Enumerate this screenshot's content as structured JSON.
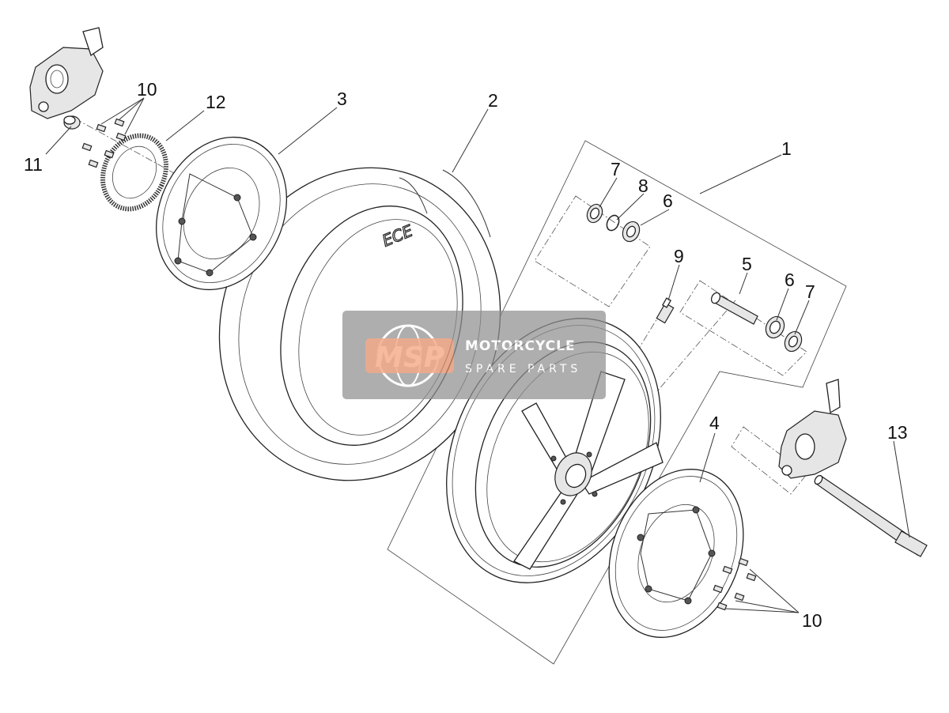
{
  "diagram": {
    "callouts": [
      {
        "id": "c1",
        "label": "1"
      },
      {
        "id": "c2",
        "label": "2"
      },
      {
        "id": "c3",
        "label": "3"
      },
      {
        "id": "c4",
        "label": "4"
      },
      {
        "id": "c5",
        "label": "5"
      },
      {
        "id": "c6a",
        "label": "6"
      },
      {
        "id": "c6b",
        "label": "6"
      },
      {
        "id": "c7a",
        "label": "7"
      },
      {
        "id": "c7b",
        "label": "7"
      },
      {
        "id": "c8",
        "label": "8"
      },
      {
        "id": "c9",
        "label": "9"
      },
      {
        "id": "c10a",
        "label": "10"
      },
      {
        "id": "c10b",
        "label": "10"
      },
      {
        "id": "c11",
        "label": "11"
      },
      {
        "id": "c12",
        "label": "12"
      },
      {
        "id": "c13",
        "label": "13"
      }
    ],
    "tire_marking": "ECE"
  },
  "watermark": {
    "logo": "MSP",
    "line1": "MOTORCYCLE",
    "line2": "SPARE PARTS",
    "color": "#f3a07a"
  }
}
